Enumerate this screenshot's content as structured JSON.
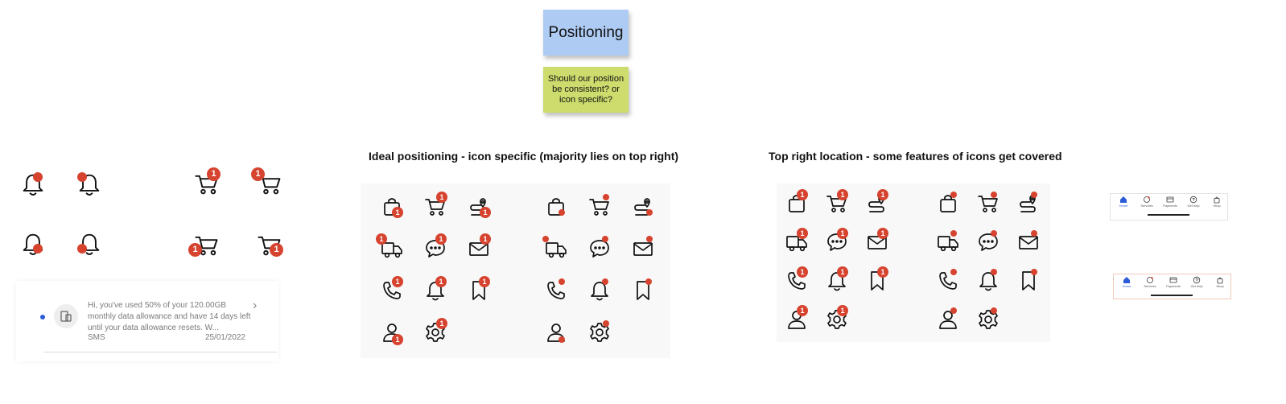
{
  "stickies": {
    "title": "Positioning",
    "question": "Should our position be consistent? or icon specific?"
  },
  "sections": {
    "ideal": "Ideal positioning - icon specific (majority lies on top right)",
    "top_right": "Top right location - some features of icons get covered"
  },
  "badge_count": "1",
  "colors": {
    "badge": "#d6432f",
    "title_note": "#aecbf3",
    "question_note": "#cddc6d",
    "unread": "#2b5bd7"
  },
  "sms": {
    "message": "Hi, you've used 50% of your 120.00GB monthly data allowance and have 14 days left until your data allowance resets. W...",
    "sender": "SMS",
    "date": "25/01/2022"
  },
  "nav": {
    "items": [
      {
        "label": "Home",
        "icon": "home-icon"
      },
      {
        "label": "Services",
        "icon": "services-icon"
      },
      {
        "label": "Payments",
        "icon": "payments-icon"
      },
      {
        "label": "Get help",
        "icon": "help-icon"
      },
      {
        "label": "Shop",
        "icon": "shop-icon"
      }
    ]
  },
  "icon_names": [
    "bag-icon",
    "cart-icon",
    "route-icon",
    "truck-icon",
    "chat-icon",
    "mail-icon",
    "phone-icon",
    "bell-icon",
    "bookmark-icon",
    "user-icon",
    "gear-icon"
  ]
}
